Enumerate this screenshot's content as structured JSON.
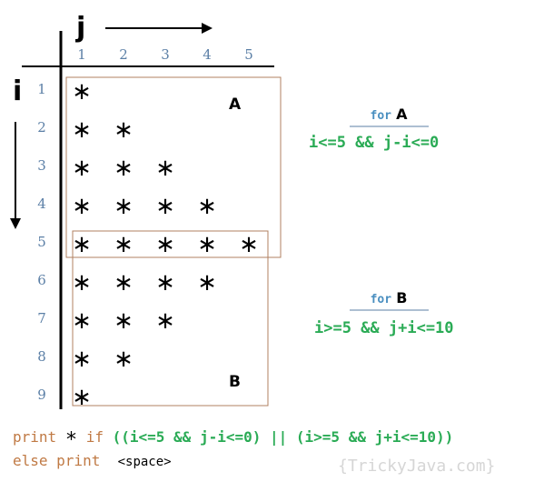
{
  "axis": {
    "j_label": "j",
    "i_label": "i"
  },
  "columns": [
    "1",
    "2",
    "3",
    "4",
    "5"
  ],
  "rows": [
    "1",
    "2",
    "3",
    "4",
    "5",
    "6",
    "7",
    "8",
    "9"
  ],
  "star_counts": [
    1,
    2,
    3,
    4,
    5,
    4,
    3,
    2,
    1
  ],
  "star_glyph": "∗",
  "box_a_label": "A",
  "box_b_label": "B",
  "condition_a": {
    "keyword": "for",
    "name": "A",
    "expr": "i<=5 && j-i<=0"
  },
  "condition_b": {
    "keyword": "for",
    "name": "B",
    "expr": "i>=5 && j+i<=10"
  },
  "code": {
    "line1_keyword": "print",
    "line1_star": "∗",
    "line1_if": "if",
    "line1_expr": "((i<=5 && j-i<=0) || (i>=5 && j+i<=10))",
    "line2_else": "else print",
    "line2_space": "<space>"
  },
  "watermark": "{TrickyJava.com}",
  "colors": {
    "box_border": "#b08060",
    "index_numbers": "#5b7fa6",
    "condition_expr": "#2aab55",
    "keyword": "#c07a45",
    "for_keyword": "#4a8fc0"
  }
}
